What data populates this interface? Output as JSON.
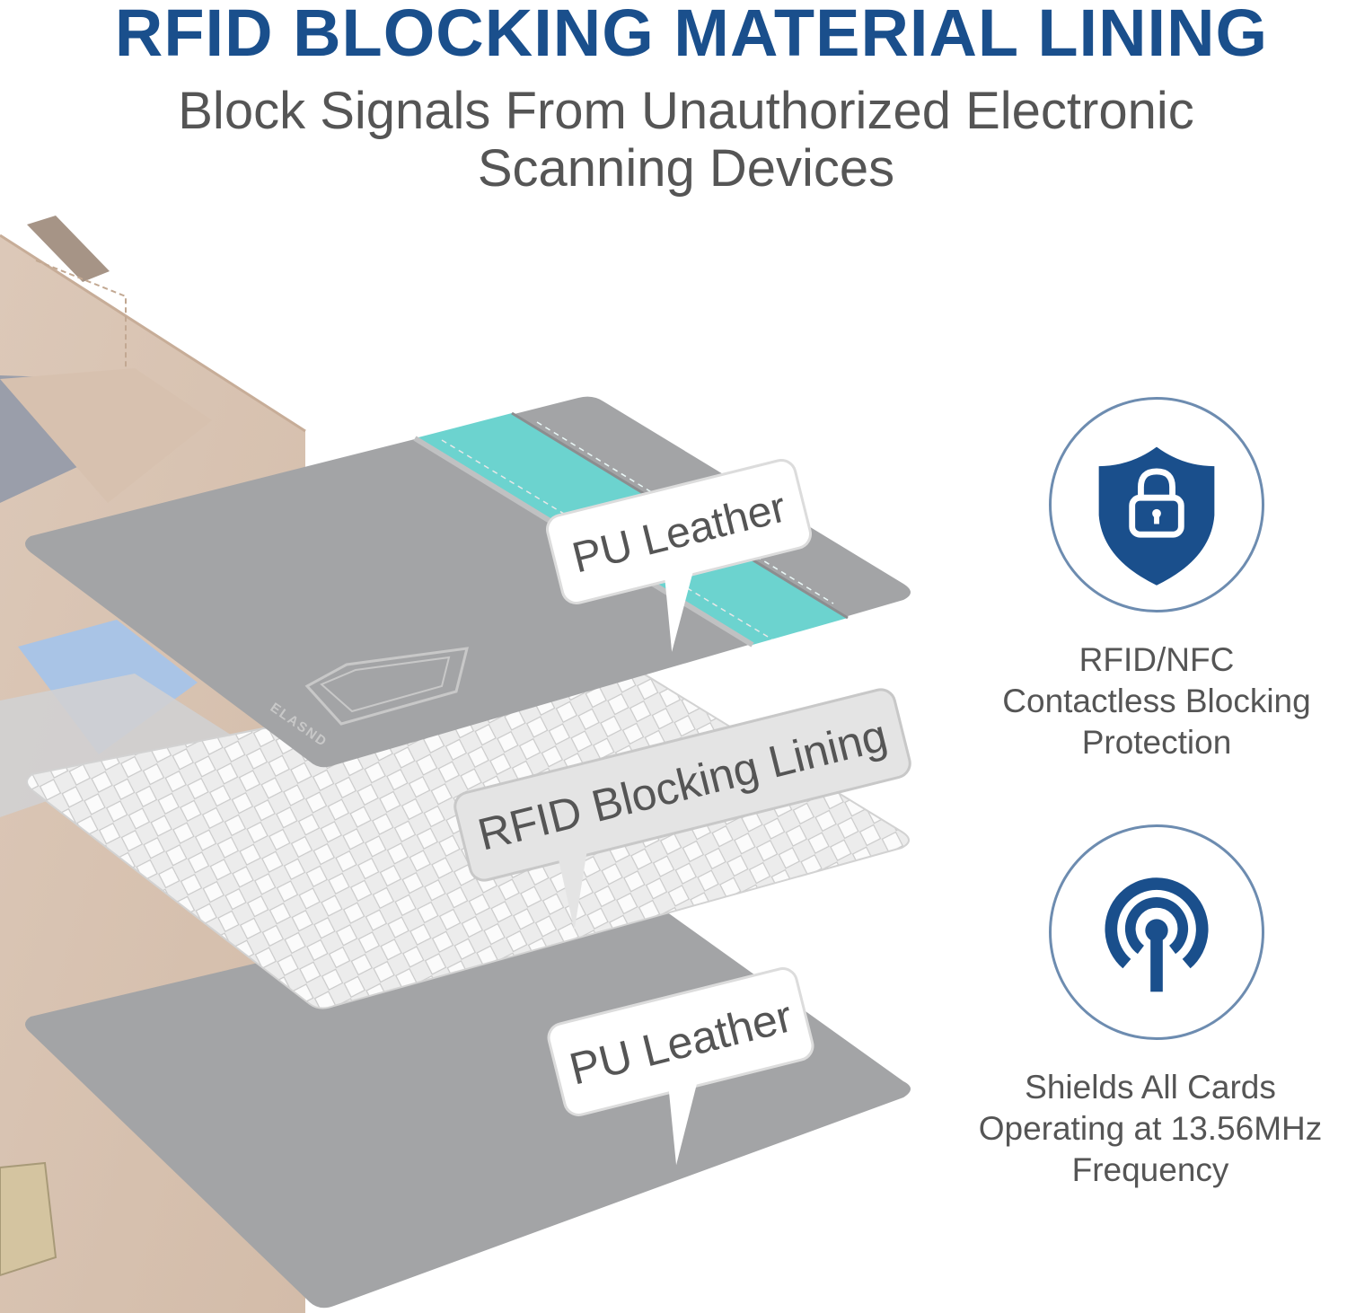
{
  "header": {
    "title": "RFID BLOCKING MATERIAL LINING",
    "subtitle_line1": "Block Signals From Unauthorized Electronic",
    "subtitle_line2": "Scanning Devices"
  },
  "layers": {
    "top_label": "PU Leather",
    "middle_label": "RFID Blocking Lining",
    "bottom_label": "PU Leather",
    "brand_mark": "ELASND"
  },
  "features": [
    {
      "icon": "shield-lock-icon",
      "line1": "RFID/NFC",
      "line2": "Contactless Blocking",
      "line3": "Protection"
    },
    {
      "icon": "signal-antenna-icon",
      "line1": "Shields All Cards",
      "line2": "Operating at 13.56MHz",
      "line3": "Frequency"
    }
  ],
  "colors": {
    "title": "#1a4f8c",
    "icon": "#1a4f8c",
    "circle_border": "#6d8cb0",
    "leather_gray": "#a3a4a6",
    "teal_stripe": "#6cd3cf",
    "wallet_tan": "#d9c4b4"
  }
}
